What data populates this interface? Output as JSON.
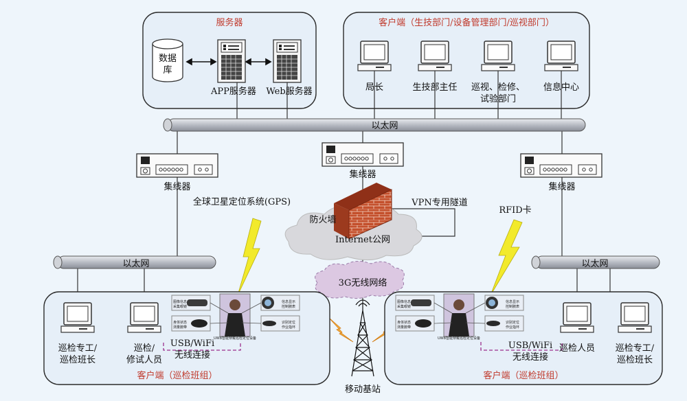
{
  "server_panel": {
    "title": "服务器",
    "database": [
      "数据",
      "库"
    ],
    "app_server": "APP服务器",
    "web_server": "Web服务器"
  },
  "client_panel": {
    "title": "客户端（生技部门/设备管理部门/巡视部门）",
    "nodes": [
      {
        "lines": [
          "局长"
        ]
      },
      {
        "lines": [
          "生技部主任"
        ]
      },
      {
        "lines": [
          "巡视、检修、",
          "试验部门"
        ]
      },
      {
        "lines": [
          "信息中心"
        ]
      }
    ]
  },
  "ethernet_top": "以太网",
  "hubs": {
    "left": "集线器",
    "center": "集线器",
    "right": "集线器"
  },
  "gps": "全球卫星定位系统(GPS)",
  "firewall": "防火墙",
  "vpn": "VPN专用隧道",
  "internet": "Internet公网",
  "rfid": "RFID卡",
  "network_3g": "3G无线网络",
  "base_station": "移动基站",
  "left_group": {
    "ethernet": "以太网",
    "pc1": [
      "巡检专工/",
      "巡检班长"
    ],
    "pc2": [
      "巡检/",
      "修试人员"
    ],
    "link": [
      "USB/WiFi",
      "无线连接"
    ],
    "title": "客户端（巡检班组）",
    "device": {
      "tag1": [
        "图像信息",
        "采集眼镜"
      ],
      "tag2": [
        "身体状态",
        "测量腕带"
      ],
      "tag3": [
        "信息显示",
        "控制腕表"
      ],
      "tag4": [
        "识别定位",
        "作业指环"
      ],
      "caption": "UWB智能穿戴巡检定位设备"
    }
  },
  "right_group": {
    "ethernet": "以太网",
    "pc1": [
      "巡检人员"
    ],
    "pc2": [
      "巡检专工/",
      "巡检班长"
    ],
    "link": [
      "USB/WiFi",
      "无线连接"
    ],
    "title": "客户端（巡检班组）",
    "device": {
      "tag1": [
        "图像信息",
        "采集眼镜"
      ],
      "tag2": [
        "身体状态",
        "测量腕带"
      ],
      "tag3": [
        "信息显示",
        "控制腕表"
      ],
      "tag4": [
        "识别定位",
        "作业指环"
      ],
      "caption": "UWB智能穿戴巡检定位设备"
    }
  },
  "colors": {
    "panel_fill": "#e6eff8",
    "panel_stroke": "#2b2b2b",
    "pipe": "#b8bcc4",
    "lightning": "#f2ea2b",
    "red_label": "#c0392b",
    "cloud": "#d8d8dc",
    "cloud3g": "#dcc8e2",
    "wall": "#c4502c",
    "dashed": "#9b2f8c"
  }
}
